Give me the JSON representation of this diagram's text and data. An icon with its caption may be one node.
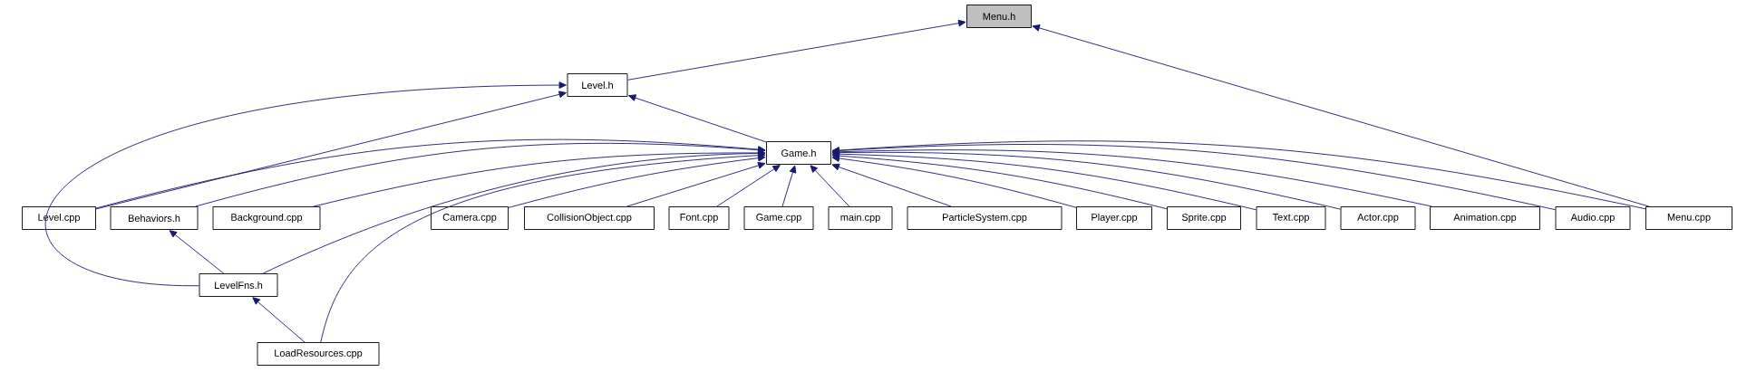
{
  "diagram": {
    "nodes": [
      {
        "text": [
          "Menu.h"
        ]
      },
      {
        "text": [
          "Level.h"
        ]
      },
      {
        "text": [
          "Game.h"
        ]
      },
      {
        "text": [
          "Level.cpp"
        ]
      },
      {
        "text": [
          "Behaviors.h"
        ]
      },
      {
        "text": [
          "Background.cpp"
        ]
      },
      {
        "text": [
          "Camera.cpp"
        ]
      },
      {
        "text": [
          "CollisionObject.cpp"
        ]
      },
      {
        "text": [
          "Font.cpp"
        ]
      },
      {
        "text": [
          "Game.cpp"
        ]
      },
      {
        "text": [
          "main.cpp"
        ]
      },
      {
        "text": [
          "ParticleSystem.cpp"
        ]
      },
      {
        "text": [
          "Player.cpp"
        ]
      },
      {
        "text": [
          "Sprite.cpp"
        ]
      },
      {
        "text": [
          "Text.cpp"
        ]
      },
      {
        "text": [
          "Actor.cpp"
        ]
      },
      {
        "text": [
          "Animation.cpp"
        ]
      },
      {
        "text": [
          "Audio.cpp"
        ]
      },
      {
        "text": [
          "Menu.cpp"
        ]
      },
      {
        "text": [
          "LevelFns.h"
        ]
      },
      {
        "text": [
          "LoadResources.cpp"
        ]
      }
    ],
    "edges": [
      {
        "from": 1,
        "to": 0,
        "arrow": "to"
      },
      {
        "from": 18,
        "to": 0,
        "arrow": "to"
      },
      {
        "from": 2,
        "to": 1,
        "arrow": "to"
      },
      {
        "from": 3,
        "to": 1,
        "arrow": "to"
      },
      {
        "from": 19,
        "to": 1,
        "arrow": "to"
      },
      {
        "from": 3,
        "to": 2,
        "arrow": "to"
      },
      {
        "from": 4,
        "to": 2,
        "arrow": "to"
      },
      {
        "from": 5,
        "to": 2,
        "arrow": "to"
      },
      {
        "from": 6,
        "to": 2,
        "arrow": "to"
      },
      {
        "from": 7,
        "to": 2,
        "arrow": "to"
      },
      {
        "from": 8,
        "to": 2,
        "arrow": "to"
      },
      {
        "from": 9,
        "to": 2,
        "arrow": "to"
      },
      {
        "from": 10,
        "to": 2,
        "arrow": "to"
      },
      {
        "from": 11,
        "to": 2,
        "arrow": "to"
      },
      {
        "from": 12,
        "to": 2,
        "arrow": "to"
      },
      {
        "from": 13,
        "to": 2,
        "arrow": "to"
      },
      {
        "from": 14,
        "to": 2,
        "arrow": "to"
      },
      {
        "from": 15,
        "to": 2,
        "arrow": "to"
      },
      {
        "from": 16,
        "to": 2,
        "arrow": "to"
      },
      {
        "from": 17,
        "to": 2,
        "arrow": "to"
      },
      {
        "from": 18,
        "to": 2,
        "arrow": "to"
      },
      {
        "from": 19,
        "to": 2,
        "arrow": "to"
      },
      {
        "from": 20,
        "to": 2,
        "arrow": "to"
      },
      {
        "from": 19,
        "to": 4,
        "arrow": "to"
      },
      {
        "from": 20,
        "to": 19,
        "arrow": "to"
      }
    ]
  }
}
